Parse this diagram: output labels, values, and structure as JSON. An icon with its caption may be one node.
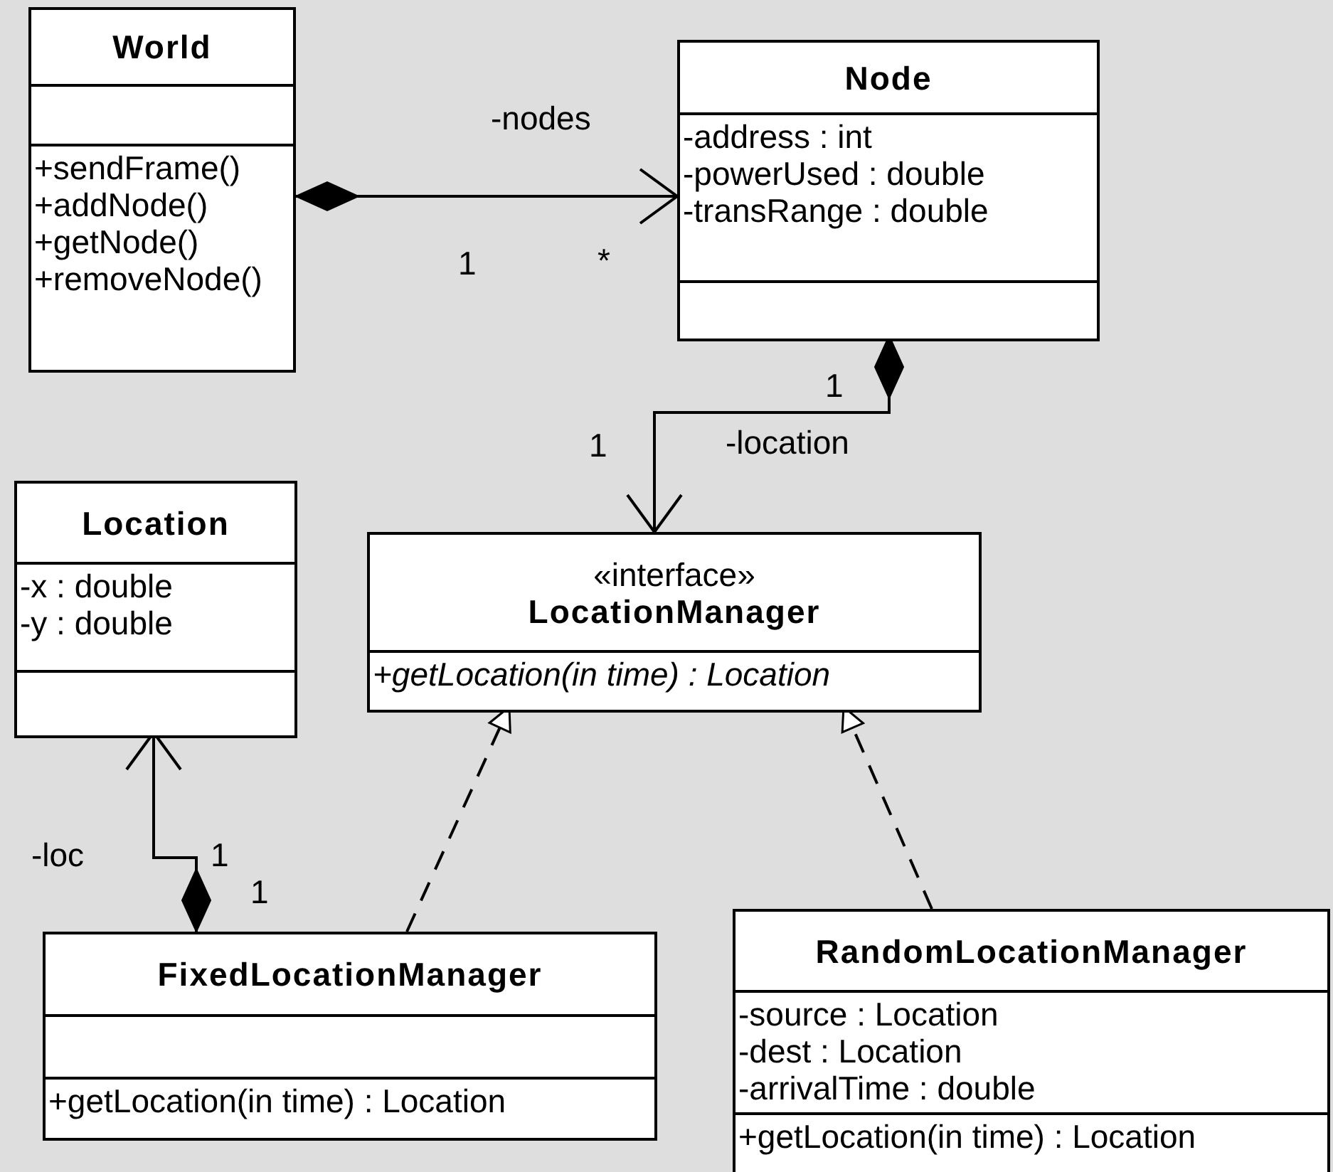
{
  "diagram": {
    "nodes": [
      {
        "text": [
          "World",
          "+sendFrame()",
          "+addNode()",
          "+getNode()",
          "+removeNode()"
        ]
      },
      {
        "text": [
          "Node",
          "-address : int",
          "-powerUsed : double",
          "-transRange : double"
        ]
      },
      {
        "text": [
          "Location",
          "-x : double",
          "-y : double"
        ]
      },
      {
        "text": [
          "«interface»",
          "LocationManager",
          "+getLocation(in time) : Location"
        ]
      },
      {
        "text": [
          "FixedLocationManager",
          "+getLocation(in time) : Location"
        ]
      },
      {
        "text": [
          "RandomLocationManager",
          "-source : Location",
          "-dest : Location",
          "-arrivalTime : double",
          "+getLocation(in time) : Location"
        ]
      }
    ],
    "edges": [
      {
        "from": 0,
        "to": 1,
        "arrow": "to",
        "label": "-nodes"
      },
      {
        "from": 1,
        "to": 3,
        "arrow": "to",
        "label": "-location"
      },
      {
        "from": 4,
        "to": 2,
        "arrow": "to",
        "label": "-loc"
      },
      {
        "from": 4,
        "to": 3,
        "arrow": "to",
        "style": "dashed"
      },
      {
        "from": 5,
        "to": 3,
        "arrow": "to",
        "style": "dashed"
      }
    ],
    "labels": [
      "1",
      "*",
      "1",
      "1",
      "1",
      "1"
    ]
  }
}
